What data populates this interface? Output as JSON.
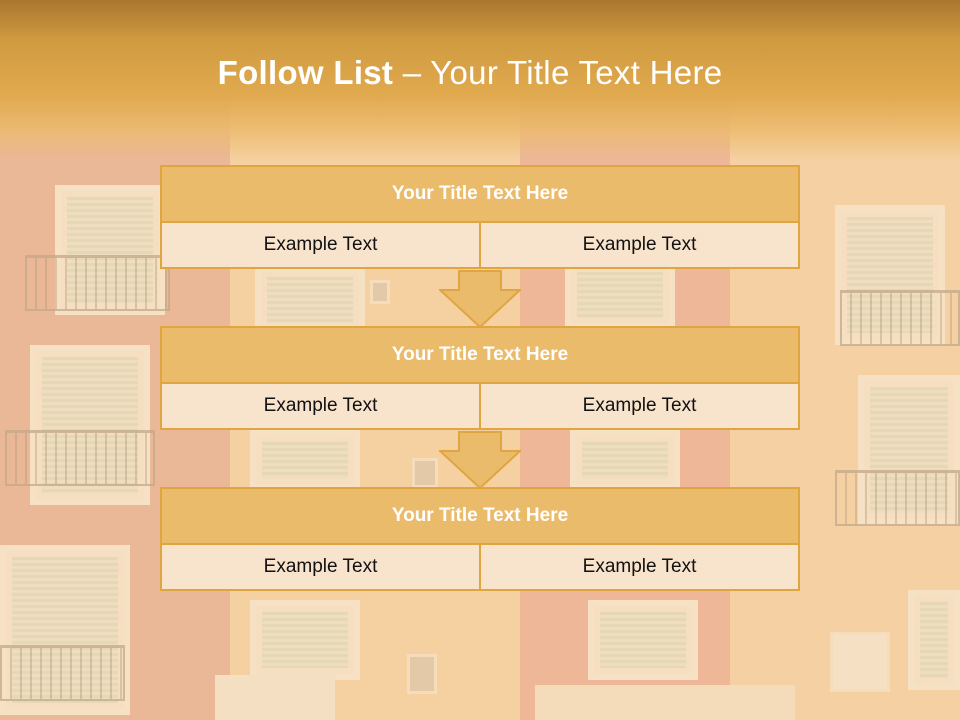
{
  "slide": {
    "title_bold": "Follow List",
    "title_rest": " – Your Title Text Here"
  },
  "steps": [
    {
      "title": "Your Title Text Here",
      "left": "Example Text",
      "right": "Example Text"
    },
    {
      "title": "Your Title Text Here",
      "left": "Example Text",
      "right": "Example Text"
    },
    {
      "title": "Your Title Text Here",
      "left": "Example Text",
      "right": "Example Text"
    }
  ],
  "colors": {
    "header": "#e1aa4f",
    "box_head": "#ebbb6c",
    "box_row": "#f8e3cc",
    "border": "#e0a440"
  }
}
